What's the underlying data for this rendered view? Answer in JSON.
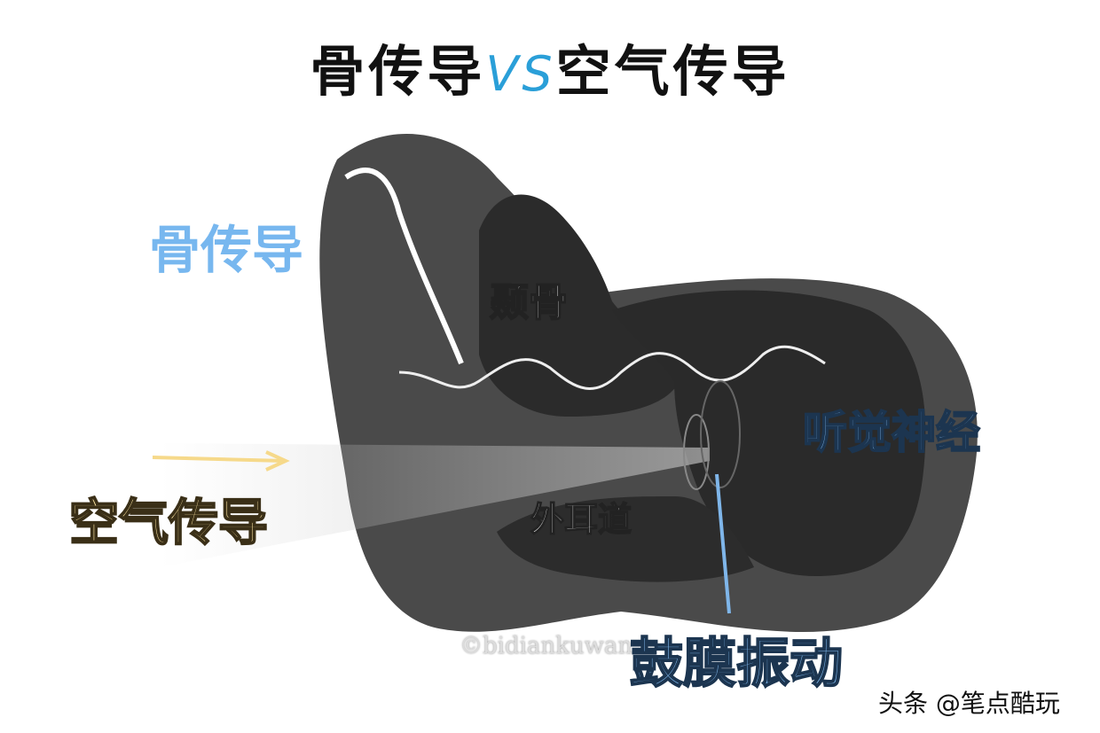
{
  "title": {
    "left": "骨传导",
    "vs": "VS",
    "right": "空气传导"
  },
  "labels": {
    "bone_conduction": "骨传导",
    "temporal_bone": "颞骨",
    "auditory_nerve": "听觉神经",
    "air_conduction": "空气传导",
    "ear_canal": "外耳道",
    "eardrum_vibration": "鼓膜振动"
  },
  "watermark": "©bidiankuwan",
  "credit": "头条 @笔点酷玩",
  "colors": {
    "bone": "#77b7ef",
    "air": "#fbe3a1",
    "vs": "#2a9fd8",
    "ear": "#4a4a4a",
    "ear_dark": "#2a2a2a"
  }
}
